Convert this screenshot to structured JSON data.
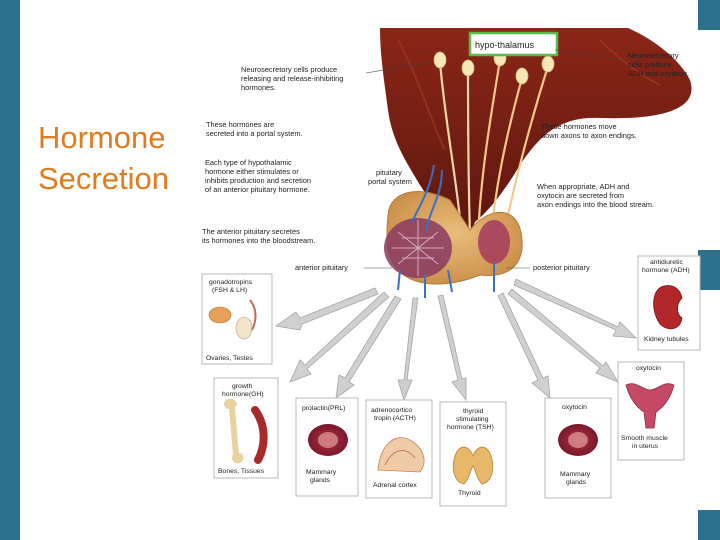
{
  "slide": {
    "title_line1": "Hormone",
    "title_line2": "Secretion"
  },
  "diagram": {
    "hypothalamus_label": "hypo-thalamus",
    "neurosecretory_left": [
      "Neurosecretory cells produce",
      "releasing and release-inhibiting",
      "hormones."
    ],
    "neurosecretory_right": [
      "Neurosecretory",
      "cells produce",
      "ADH and oxytocin."
    ],
    "portal_note": [
      "These hormones are",
      "secreted into a portal system."
    ],
    "each_type_note": [
      "Each type of hypothalamic",
      "hormone either stimulates or",
      "inhibits production and secretion",
      "of an anterior pituitary hormone."
    ],
    "portal_system_label": [
      "pituitary",
      "portal system"
    ],
    "axons_note": [
      "These hormones move",
      "down axons to axon endings."
    ],
    "adh_note": [
      "When appropriate, ADH and",
      "oxytocin are secreted from",
      "axon endings into the blood stream."
    ],
    "anterior_secretes_note": [
      "The anterior pituitary secretes",
      "its hormones into the bloodstream."
    ],
    "anterior_label": "anterior pituitary",
    "posterior_label": "posterior pituitary",
    "gonadotropins": {
      "title": [
        "gonadotropins",
        "(FSH & LH)"
      ],
      "caption": "Ovaries, Testes"
    },
    "growth": {
      "title": [
        "growth",
        "hormone(GH)"
      ],
      "caption": "Bones, Tissues"
    },
    "prolactin": {
      "title": [
        "prolactin(PRL)"
      ],
      "caption": [
        "Mammary",
        "glands"
      ]
    },
    "acth": {
      "title": [
        "adrenocortico",
        "tropin (ACTH)"
      ],
      "caption": "Adrenal cortex"
    },
    "tsh": {
      "title": [
        "thyroid",
        "stimulating",
        "hormone (TSH)"
      ],
      "caption": "Thyroid"
    },
    "oxytocin_mammary": {
      "title": [
        "oxytocin"
      ],
      "caption": [
        "Mammary",
        "glands"
      ]
    },
    "oxytocin_uterus": {
      "title": [
        "oxytocin"
      ],
      "caption": [
        "Smooth muscle",
        "in uterus"
      ]
    },
    "adh": {
      "title": [
        "antidiuretic",
        "hormone (ADH)"
      ],
      "caption": "Kidney tubules"
    }
  },
  "colors": {
    "title": "#e07b1f",
    "edge_bar": "#2f6f8e",
    "brain": "#7a1f14",
    "pituitary": "#d9a35f",
    "arrow": "#c9c9c9"
  }
}
